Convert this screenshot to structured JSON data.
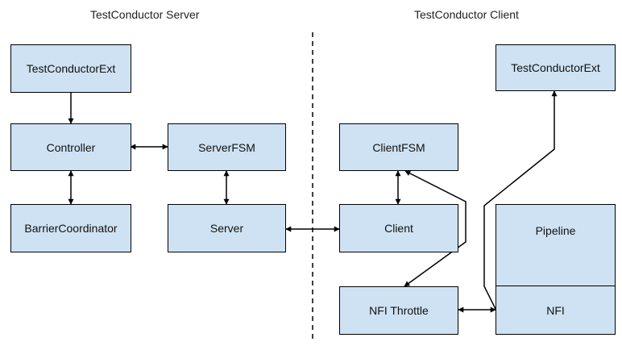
{
  "diagram": {
    "server_title": "TestConductor Server",
    "client_title": "TestConductor Client",
    "nodes": {
      "server_ext": "TestConductorExt",
      "controller": "Controller",
      "barrier_coordinator": "BarrierCoordinator",
      "server_fsm": "ServerFSM",
      "server": "Server",
      "client_fsm": "ClientFSM",
      "client": "Client",
      "nfi_throttle": "NFI Throttle",
      "client_ext": "TestConductorExt",
      "pipeline": "Pipeline",
      "nfi": "NFI"
    },
    "colors": {
      "node_fill": "#cfe2f3",
      "node_border": "#000000",
      "line": "#000000"
    }
  }
}
